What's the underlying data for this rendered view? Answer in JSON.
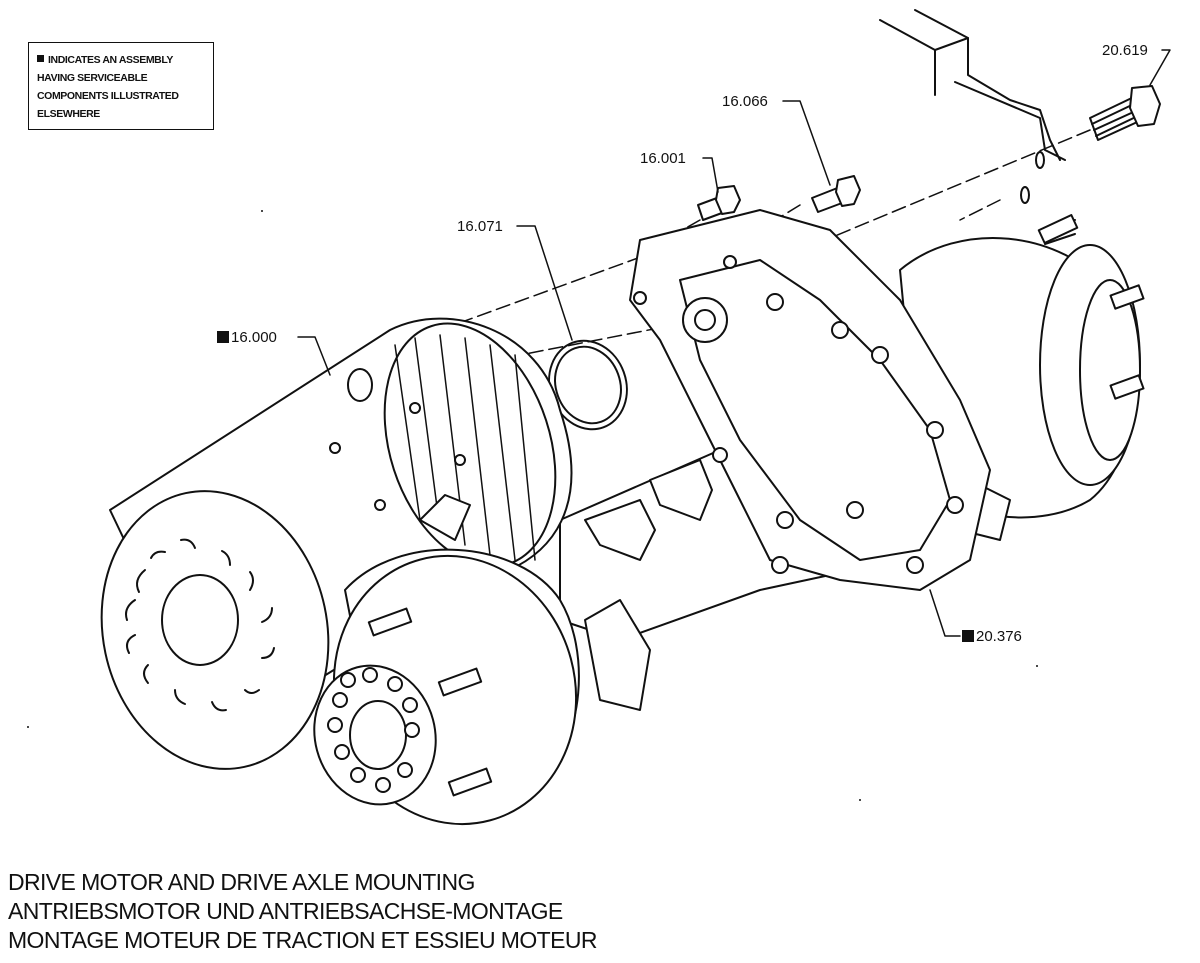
{
  "legend": {
    "marker": "■",
    "text": "INDICATES AN ASSEMBLY\nHAVING SERVICEABLE\nCOMPONENTS ILLUSTRATED\nELSEWHERE"
  },
  "callouts": {
    "c20619": "20.619",
    "c16066": "16.066",
    "c16001": "16.001",
    "c16071": "16.071",
    "c16000": "16.000",
    "c20376": "20.376"
  },
  "caption": {
    "line_en": "DRIVE MOTOR AND DRIVE AXLE MOUNTING",
    "line_de": "ANTRIEBSMOTOR UND ANTRIEBSACHSE-MONTAGE",
    "line_fr": "MONTAGE MOTEUR DE TRACTION ET ESSIEU MOTEUR"
  },
  "colors": {
    "ink": "#111111",
    "paper": "#ffffff"
  }
}
